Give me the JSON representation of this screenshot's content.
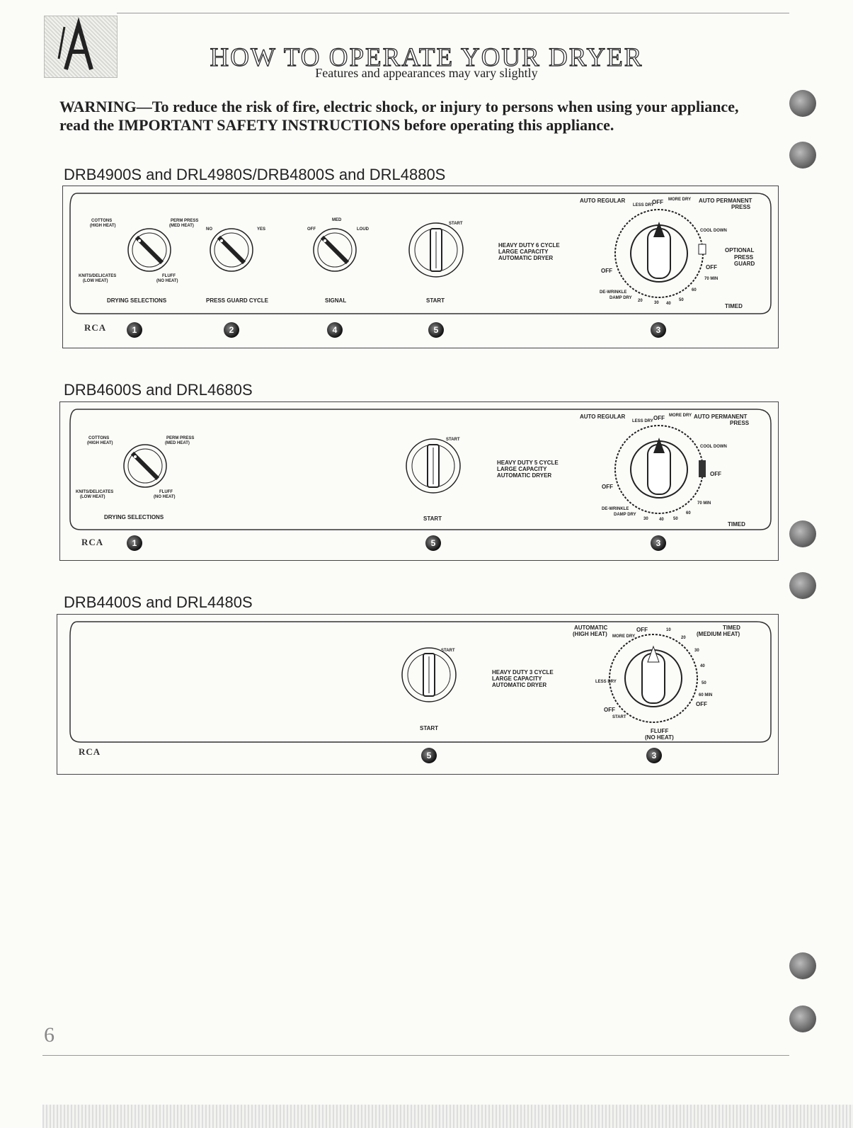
{
  "page": {
    "title": "HOW TO OPERATE YOUR DRYER",
    "subtitle": "Features and appearances may vary slightly",
    "warning": "WARNING—To reduce the risk of fire, electric shock, or injury to persons when using your appliance, read the IMPORTANT SAFETY INSTRUCTIONS before operating this appliance.",
    "page_number": "6"
  },
  "brand": "RCA",
  "panels": [
    {
      "heading": "DRB4900S and DRL4980S/DRB4800S and DRL4880S",
      "selections": {
        "cottons": "COTTONS",
        "cottons_heat": "(HIGH HEAT)",
        "perm": "PERM PRESS",
        "perm_heat": "(MED HEAT)",
        "knits": "KNITS/DELICATES",
        "knits_heat": "(LOW HEAT)",
        "fluff": "FLUFF",
        "fluff_heat": "(NO HEAT)",
        "label": "DRYING SELECTIONS"
      },
      "press_guard": {
        "no": "NO",
        "yes": "YES",
        "label": "PRESS GUARD CYCLE"
      },
      "signal": {
        "off": "OFF",
        "med": "MED",
        "loud": "LOUD",
        "label": "SIGNAL"
      },
      "start": {
        "top": "START",
        "label": "START"
      },
      "model_text": [
        "HEAVY DUTY 6 CYCLE",
        "LARGE CAPACITY",
        "AUTOMATIC DRYER"
      ],
      "timer": {
        "auto_regular": "AUTO REGULAR",
        "off_top": "OFF",
        "auto_perm": "AUTO PERMANENT",
        "press": "PRESS",
        "less_dry": "LESS DRY",
        "more_dry": "MORE DRY",
        "cool_down": "COOL DOWN",
        "optional": "OPTIONAL",
        "press2": "PRESS",
        "guard": "GUARD",
        "off_right": "OFF",
        "off_left": "OFF",
        "min70": "70 MIN",
        "dewrinkle": "DE-WRINKLE",
        "damp_dry": "DAMP DRY",
        "t20": "20",
        "t30": "30",
        "t40": "40",
        "t50": "50",
        "t60": "60",
        "timed": "TIMED"
      },
      "callouts": [
        "1",
        "2",
        "4",
        "5",
        "3"
      ]
    },
    {
      "heading": "DRB4600S and DRL4680S",
      "selections": {
        "cottons": "COTTONS",
        "cottons_heat": "(HIGH HEAT)",
        "perm": "PERM PRESS",
        "perm_heat": "(MED HEAT)",
        "knits": "KNITS/DELICATES",
        "knits_heat": "(LOW HEAT)",
        "fluff": "FLUFF",
        "fluff_heat": "(NO HEAT)",
        "label": "DRYING SELECTIONS"
      },
      "start": {
        "top": "START",
        "label": "START"
      },
      "model_text": [
        "HEAVY DUTY 5 CYCLE",
        "LARGE CAPACITY",
        "AUTOMATIC DRYER"
      ],
      "timer": {
        "auto_regular": "AUTO REGULAR",
        "off_top": "OFF",
        "auto_perm": "AUTO PERMANENT",
        "press": "PRESS",
        "less_dry": "LESS DRY",
        "more_dry": "MORE DRY",
        "cool_down": "COOL DOWN",
        "off_right": "OFF",
        "off_left": "OFF",
        "min70": "70 MIN",
        "dewrinkle": "DE-WRINKLE",
        "damp_dry": "DAMP DRY",
        "t30": "30",
        "t40": "40",
        "t50": "50",
        "t60": "60",
        "timed": "TIMED"
      },
      "callouts": [
        "1",
        "5",
        "3"
      ]
    },
    {
      "heading": "DRB4400S and DRL4480S",
      "start": {
        "top": "START",
        "label": "START"
      },
      "model_text": [
        "HEAVY DUTY 3 CYCLE",
        "LARGE CAPACITY",
        "AUTOMATIC DRYER"
      ],
      "timer": {
        "automatic": "AUTOMATIC",
        "high_heat": "(HIGH HEAT)",
        "off_top": "OFF",
        "t10": "10",
        "t20": "20",
        "t30": "30",
        "t40": "40",
        "t50": "50",
        "min60": "60 MIN",
        "timed": "TIMED",
        "medium_heat": "(MEDIUM HEAT)",
        "more_dry": "MORE DRY",
        "less_dry": "LESS DRY",
        "off_right": "OFF",
        "off_left": "OFF",
        "start_mark": "START",
        "fluff": "FLUFF",
        "no_heat": "(NO HEAT)"
      },
      "callouts": [
        "5",
        "3"
      ]
    }
  ]
}
